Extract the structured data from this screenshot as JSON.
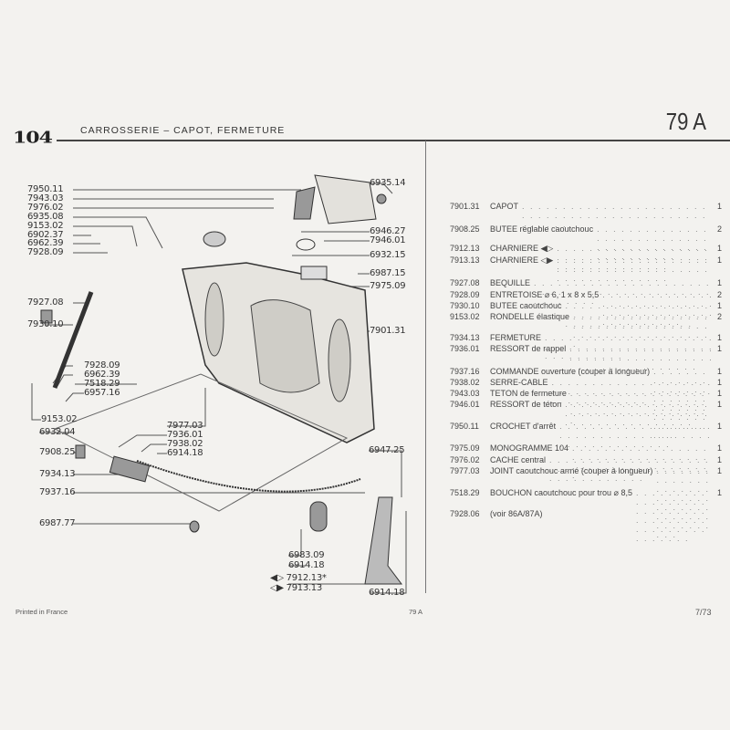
{
  "header": {
    "logo": "104",
    "title": "CARROSSERIE – CAPOT, FERMETURE",
    "page": "79 A"
  },
  "parts": [
    {
      "code": "7901.31",
      "desc": "CAPOT",
      "qty": "1"
    },
    {
      "code": "7908.25",
      "desc": "BUTEE réglable caoutchouc",
      "qty": "2"
    },
    {
      "code": "7912.13",
      "desc": "CHARNIERE ◀▷",
      "qty": "1"
    },
    {
      "code": "7913.13",
      "desc": "CHARNIERE ◁▶",
      "qty": "1"
    },
    {
      "code": "7927.08",
      "desc": "BEQUILLE",
      "qty": "1"
    },
    {
      "code": "7928.09",
      "desc": "ENTRETOISE ⌀ 6, 1 x 8 x 5,5",
      "qty": "2"
    },
    {
      "code": "7930.10",
      "desc": "BUTEE caoutchouc",
      "qty": "1"
    },
    {
      "code": "9153.02",
      "desc": "RONDELLE élastique",
      "qty": "2"
    },
    {
      "code": "7934.13",
      "desc": "FERMETURE",
      "qty": "1"
    },
    {
      "code": "7936.01",
      "desc": "RESSORT de rappel",
      "qty": "1"
    },
    {
      "code": "7937.16",
      "desc": "COMMANDE ouverture (couper à longueur)",
      "qty": "1"
    },
    {
      "code": "7938.02",
      "desc": "SERRE-CABLE",
      "qty": "1"
    },
    {
      "code": "7943.03",
      "desc": "TETON de fermeture",
      "qty": "1"
    },
    {
      "code": "7946.01",
      "desc": "RESSORT de téton",
      "qty": "1"
    },
    {
      "code": "7950.11",
      "desc": "CROCHET d'arrêt",
      "qty": "1"
    },
    {
      "code": "7975.09",
      "desc": "MONOGRAMME 104",
      "qty": "1"
    },
    {
      "code": "7976.02",
      "desc": "CACHE central",
      "qty": "1"
    },
    {
      "code": "7977.03",
      "desc": "JOINT caoutchouc armé (couper à longueur)",
      "qty": "1"
    },
    {
      "code": "7518.29",
      "desc": "BOUCHON caoutchouc pour trou ⌀ 8,5",
      "qty": "1"
    },
    {
      "code": "7928.06",
      "desc": "(voir 86A/87A)",
      "qty": ""
    }
  ],
  "callouts": [
    "7950.11",
    "7943.03",
    "7976.02",
    "6935.08",
    "9153.02",
    "6902.37",
    "6962.39",
    "7928.09",
    "7927.08",
    "7930.10",
    "7928.09",
    "6962.39",
    "7518.29",
    "6957.16",
    "9153.02",
    "6932.04",
    "7908.25",
    "7934.13",
    "7937.16",
    "6987.77",
    "6935.14",
    "6946.27",
    "7946.01",
    "6932.15",
    "6987.15",
    "7975.09",
    "7901.31",
    "7977.03",
    "7936.01",
    "7938.02",
    "6914.18",
    "6947.25",
    "6983.09",
    "6914.18",
    "◀▷ 7912.13*",
    "◁▶ 7913.13",
    "6914.18"
  ],
  "footer": {
    "left": "Printed in France",
    "center": "79 A",
    "right": "7/73"
  }
}
